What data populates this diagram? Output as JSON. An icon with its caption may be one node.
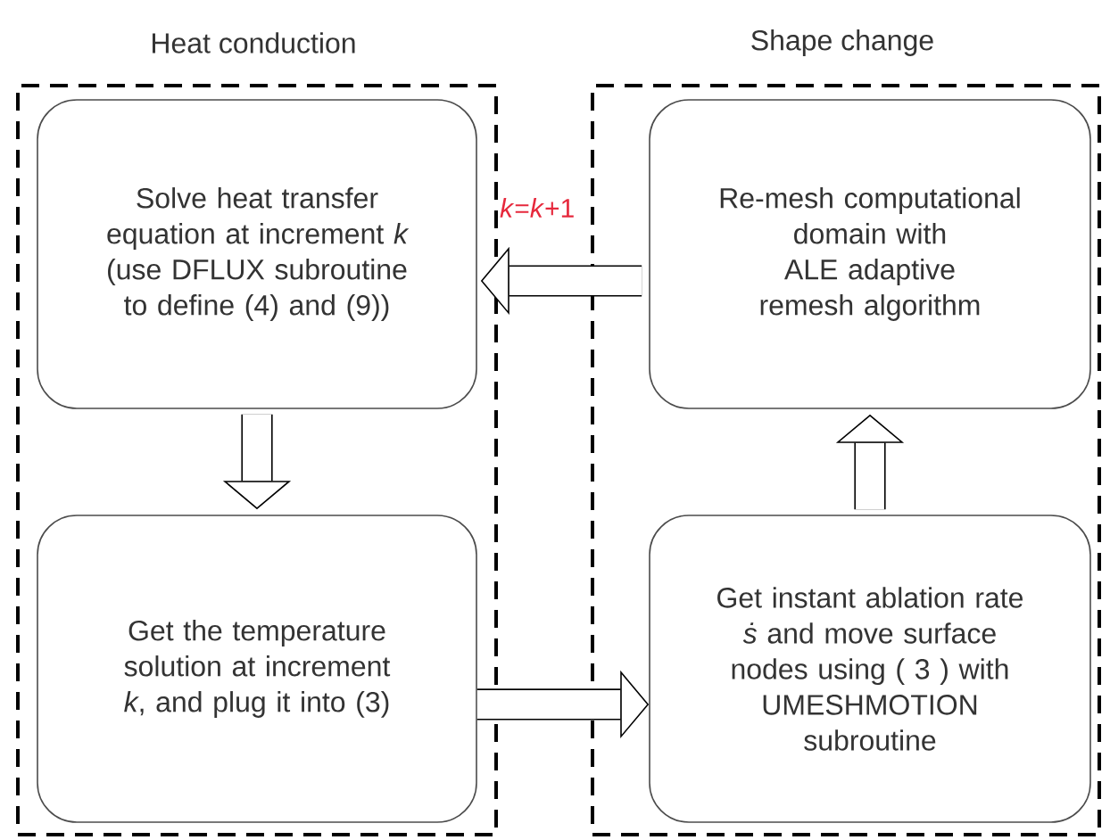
{
  "diagram": {
    "nodes": [
      {
        "text": [
          "Heat conduction"
        ]
      },
      {
        "text": [
          "Solve heat transfer equation at increment *k* (use DFLUX subroutine to define (4) and (9))"
        ],
        "in": 0
      },
      {
        "text": [
          "Get the temperature solution at increment *k*, and plug it into (3)"
        ],
        "in": 0
      },
      {
        "text": [
          "Shape change"
        ]
      },
      {
        "text": [
          "Re-mesh computational domain with ALE adaptive remesh algorithm"
        ],
        "in": 3
      },
      {
        "text": [
          "Get instant ablation rate *ṡ* and move surface nodes using ( 3 ) with UMESHMOTION subroutine"
        ],
        "in": 3
      }
    ],
    "edges": [
      {
        "from": 1,
        "to": 2,
        "arrow": "to"
      },
      {
        "from": 2,
        "to": 5,
        "arrow": "to"
      },
      {
        "from": 5,
        "to": 4,
        "arrow": "to"
      },
      {
        "from": 4,
        "to": 1,
        "arrow": "to",
        "label": "*k*=*k*+1"
      }
    ]
  }
}
